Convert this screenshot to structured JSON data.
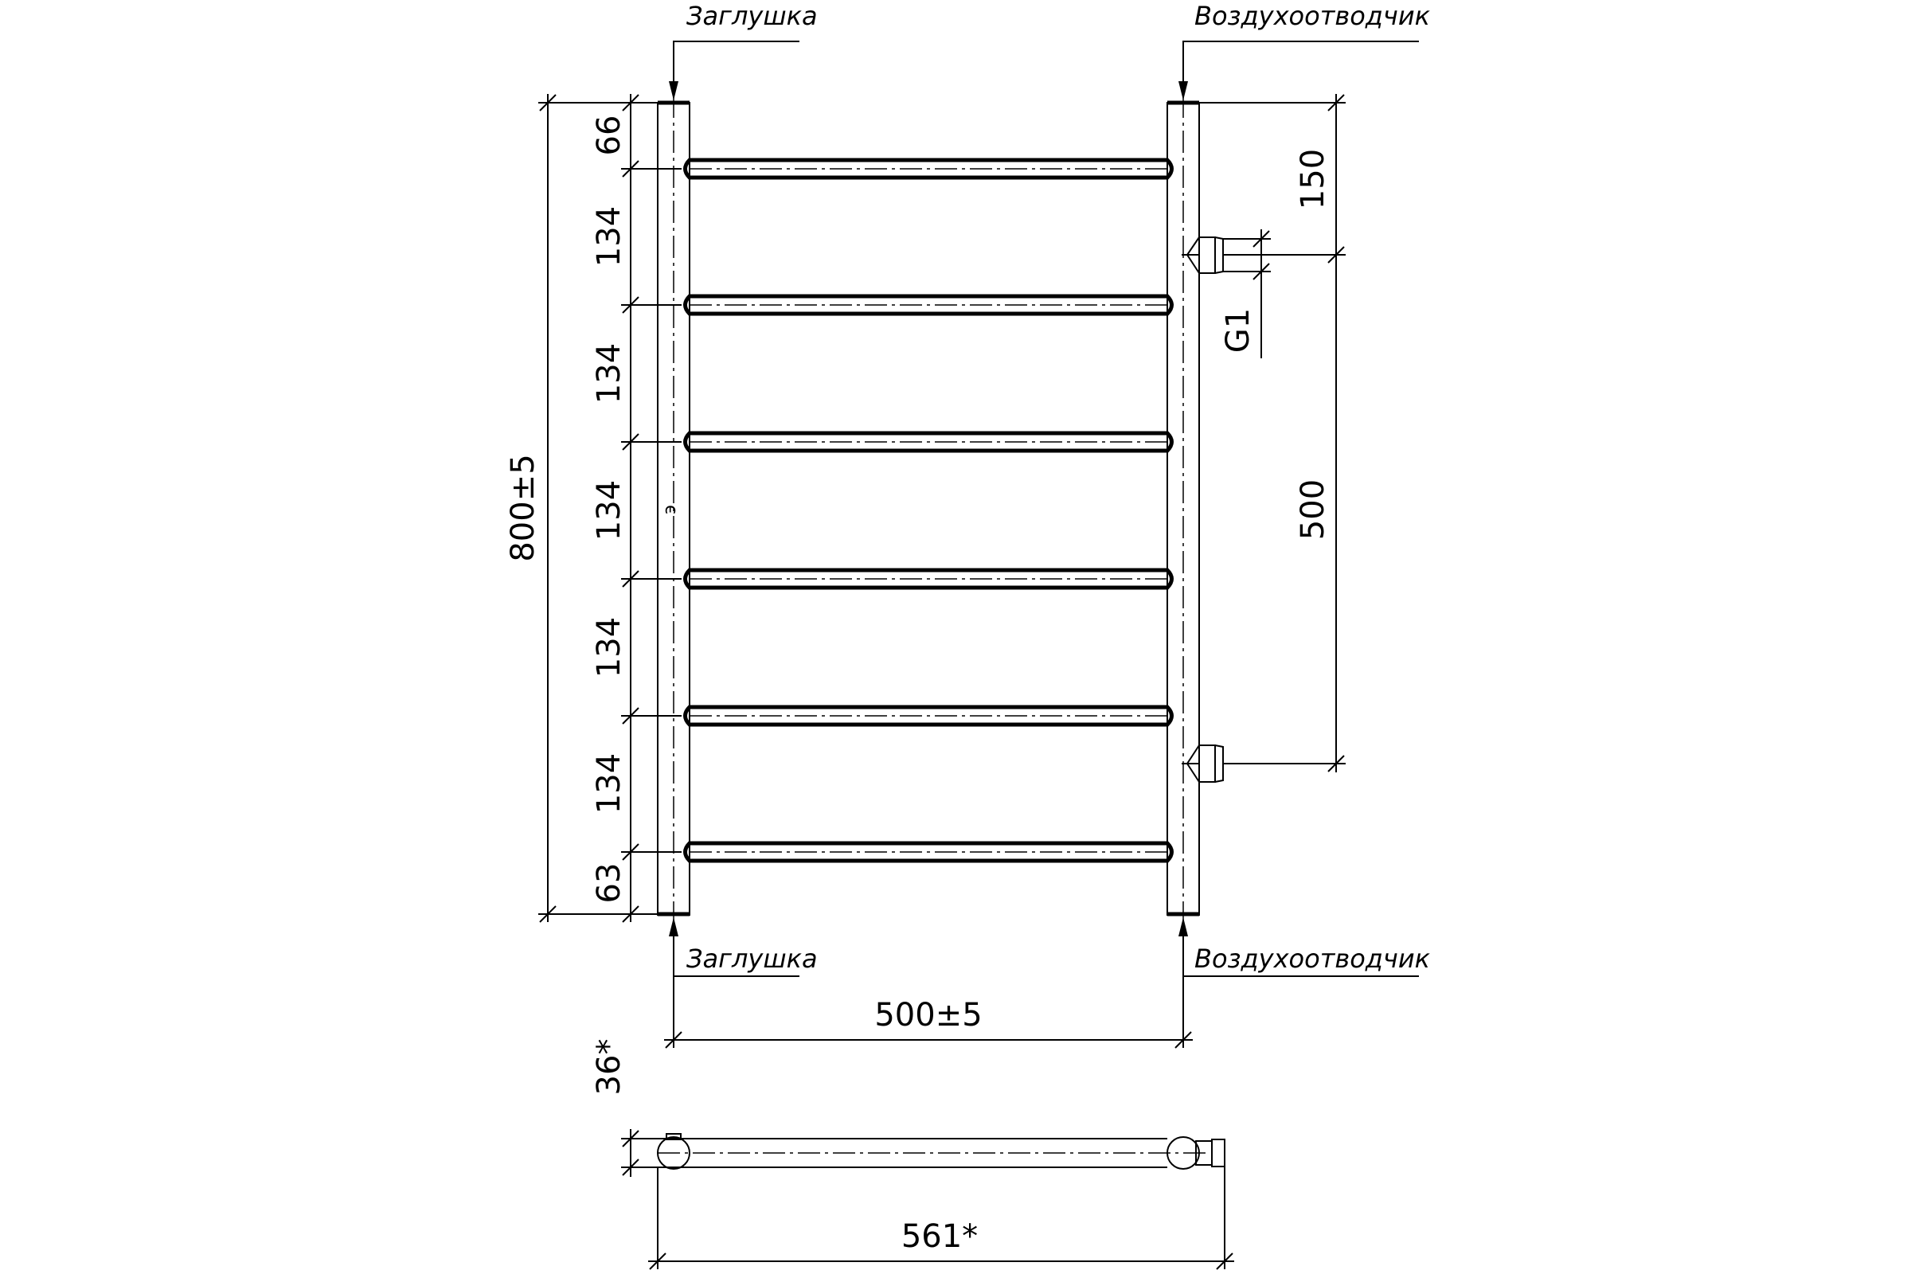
{
  "labels": {
    "plug": "Заглушка",
    "air_vent": "Воздухоотводчик"
  },
  "dimensions": {
    "top_offset": "66",
    "spacing_1": "134",
    "spacing_2": "134",
    "spacing_3": "134",
    "spacing_4": "134",
    "spacing_5": "134",
    "bottom_offset": "63",
    "total_height": "800±5",
    "connection_top": "150",
    "connection_distance": "500",
    "thread": "G1",
    "center_width": "500±5",
    "depth": "36*",
    "overall_width": "561*"
  },
  "mark": "э"
}
